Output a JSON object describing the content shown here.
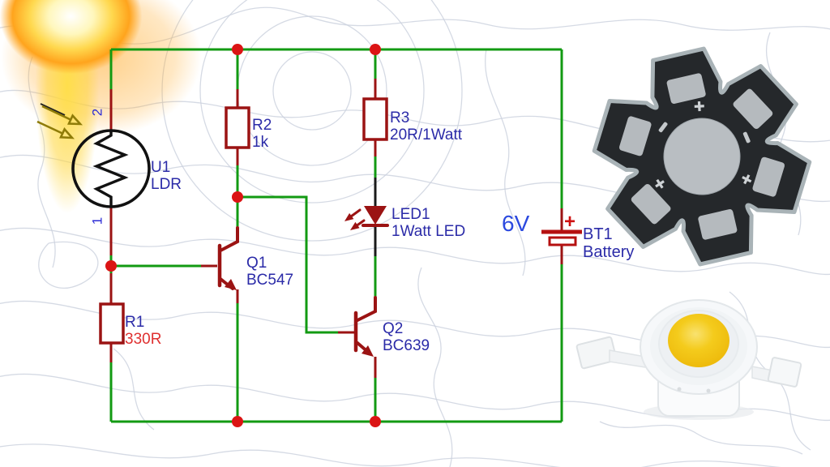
{
  "colors": {
    "wire_green": "#129a12",
    "comp_red": "#9b1313",
    "junction_red": "#db1414",
    "battery_red": "#b51010",
    "black_wire": "#1a1a1a",
    "label_blue": "#2b2ba8",
    "value_red": "#df3030",
    "voltage_blue": "#2b49df",
    "pin_blue": "#2b2bd6",
    "ldr_arrow_olive": "#8f7c08",
    "pcb_body_dark": "#25282b",
    "pcb_pad_gray": "#b5babe",
    "led_phosphor_yellow": "#f3c713"
  },
  "schematic": {
    "ldr": {
      "ref": "U1",
      "value": "LDR",
      "pin_top": "2",
      "pin_bottom": "1"
    },
    "r1": {
      "ref": "R1",
      "value": "330R"
    },
    "r2": {
      "ref": "R2",
      "value": "1k"
    },
    "r3": {
      "ref": "R3",
      "value": "20R/1Watt"
    },
    "led": {
      "ref": "LED1",
      "value": "1Watt LED"
    },
    "q1": {
      "ref": "Q1",
      "value": "BC547"
    },
    "q2": {
      "ref": "Q2",
      "value": "BC639"
    },
    "battery": {
      "ref": "BT1",
      "value": "Battery",
      "voltage": "6V",
      "plus": "+"
    }
  },
  "icons": {
    "light_rays_into_ldr": "two olive arrows pointing at LDR",
    "light_rays_from_led": "two red emission arrows",
    "glow": "yellow light glow"
  }
}
